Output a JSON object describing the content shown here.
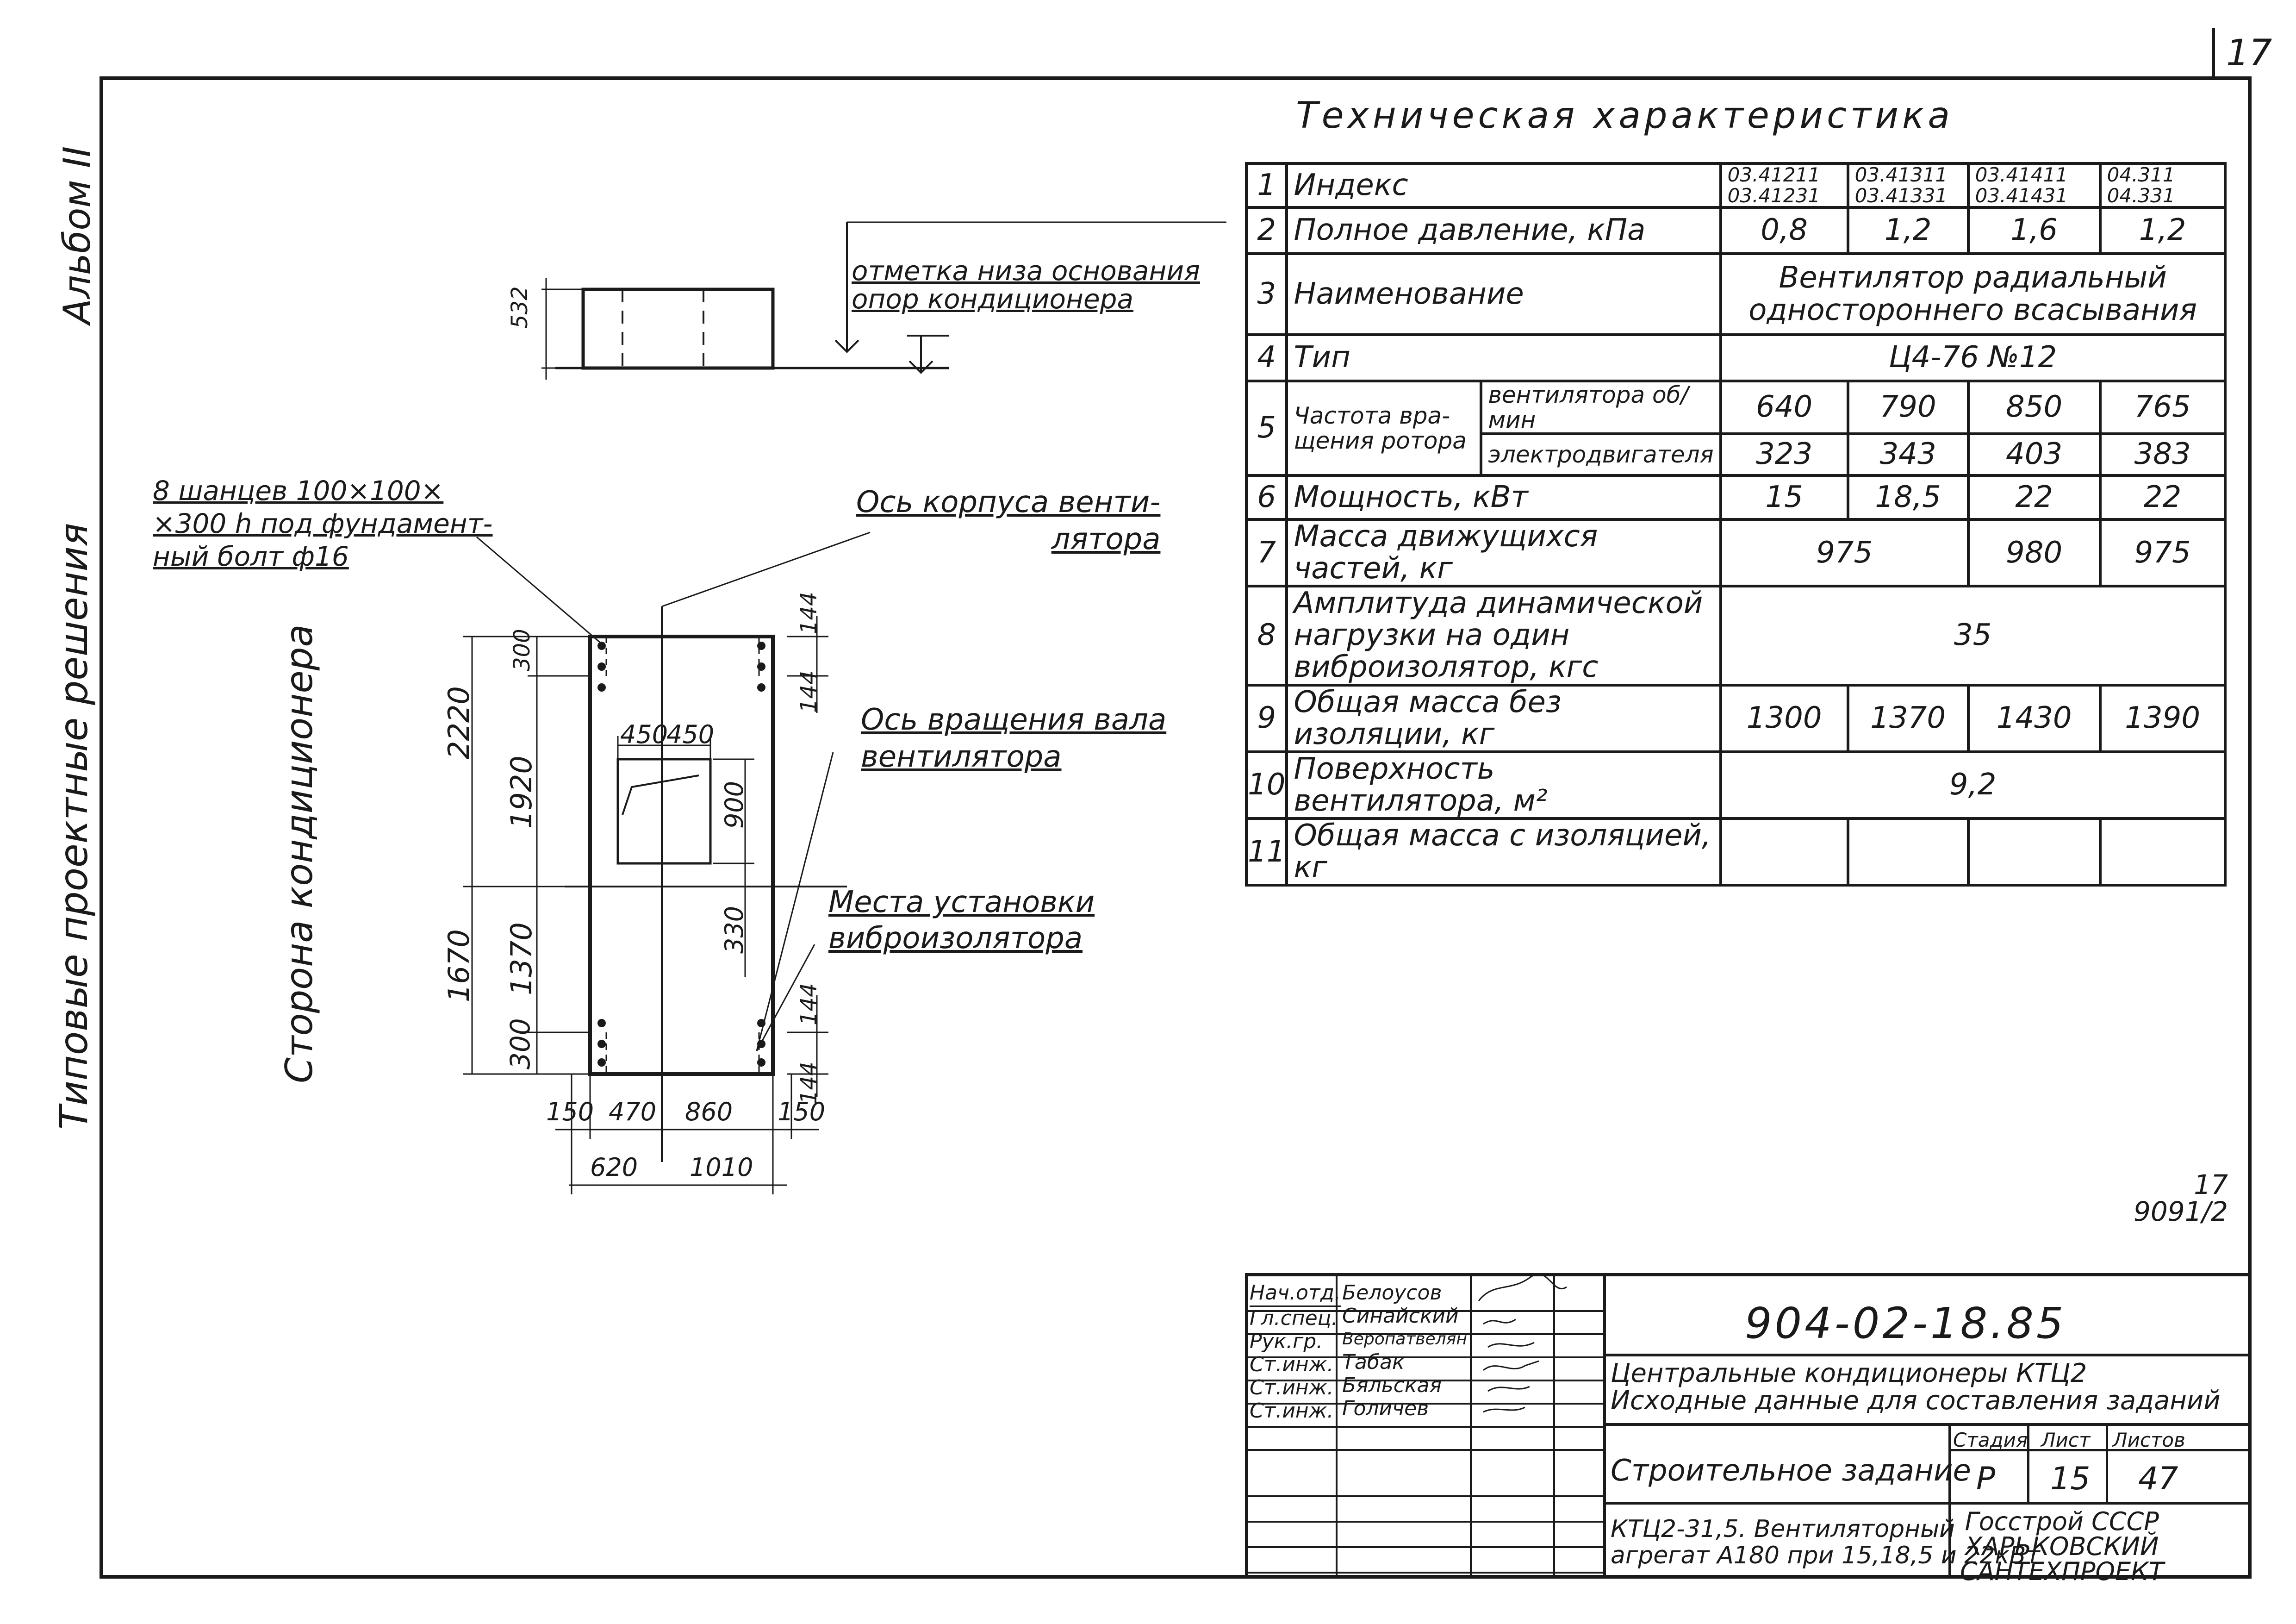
{
  "sheet_number": "17",
  "album_label": "Альбом II",
  "series_label": "Типовые проектные решения",
  "side_label": "Сторона кондиционера",
  "tech_title": "Техническая характеристика",
  "tech_rows": [
    {
      "no": "1",
      "label": "Индекс",
      "values": [
        "03.41211\n03.41231",
        "03.41311\n03.41331",
        "03.41411\n03.41431",
        "04.311\n04.331"
      ]
    },
    {
      "no": "2",
      "label": "Полное давление, кПа",
      "values": [
        "0,8",
        "1,2",
        "1,6",
        "1,2"
      ]
    },
    {
      "no": "3",
      "label": "Наименование",
      "merged": "Вентилятор радиальный\nодностороннего всасывания"
    },
    {
      "no": "4",
      "label": "Тип",
      "merged": "Ц4-76 №12"
    },
    {
      "no": "5",
      "label": "Частота вра-\nщения ротора",
      "subrows": [
        {
          "label": "вентилятора об/мин",
          "values": [
            "640",
            "790",
            "850",
            "765"
          ]
        },
        {
          "label": "электродвигателя",
          "values": [
            "323",
            "343",
            "403",
            "383"
          ]
        }
      ]
    },
    {
      "no": "6",
      "label": "Мощность, кВт",
      "values": [
        "15",
        "18,5",
        "22",
        "22"
      ]
    },
    {
      "no": "7",
      "label": "Масса движущихся частей, кг",
      "v12": "975",
      "v3": "980",
      "v4": "975"
    },
    {
      "no": "8",
      "label": "Амплитуда динамической\nнагрузки на один\nвиброизолятор, кгс",
      "merged": "35"
    },
    {
      "no": "9",
      "label": "Общая масса без изоляции, кг",
      "values": [
        "1300",
        "1370",
        "1430",
        "1390"
      ]
    },
    {
      "no": "10",
      "label": "Поверхность вентилятора, м²",
      "merged": "9,2"
    },
    {
      "no": "11",
      "label": "Общая масса с изоляцией, кг",
      "values": [
        "",
        "",
        "",
        ""
      ]
    }
  ],
  "annotations": {
    "base_mark": "отметка низа основания\nопор кондиционера",
    "anchors": "8 шанцев 100×100×\n×300 h под фундамент-\nный болт ф16",
    "fan_body_axis": "Ось корпуса венти-\nлятора",
    "shaft_axis": "Ось вращения вала\nвентилятора",
    "isolator_places": "Места установки\nвиброизолятора"
  },
  "dims": {
    "h532": "532",
    "d300a": "300",
    "d1920": "1920",
    "d2220": "2220",
    "d1370": "1370",
    "d300b": "300",
    "d1670": "1670",
    "d144a": "144",
    "d144b": "144",
    "d144c": "144",
    "d144d": "144",
    "d450a": "450",
    "d450b": "450",
    "d900": "900",
    "d330": "330",
    "d150a": "150",
    "d470": "470",
    "d860": "860",
    "d150b": "150",
    "d620": "620",
    "d1010": "1010"
  },
  "ref_code": "17\n9091/2",
  "title_block": {
    "doc_code": "904-02-18.85",
    "people": [
      {
        "role": "Нач.отд.",
        "name": "Белоусов"
      },
      {
        "role": "Гл.спец.",
        "name": "Синайский"
      },
      {
        "role": "Рук.гр.",
        "name": "Веропатвелян"
      },
      {
        "role": "Ст.инж.",
        "name": "Табак"
      },
      {
        "role": "Ст.инж.",
        "name": "Бяльская"
      },
      {
        "role": "Ст.инж.",
        "name": "Голичев"
      }
    ],
    "project_title": "Центральные кондиционеры КТЦ2\nИсходные данные для составления заданий",
    "sheet_title": "Строительное задание",
    "stage_header": "Стадия",
    "sheet_header": "Лист",
    "sheets_header": "Листов",
    "stage": "Р",
    "sheet": "15",
    "sheets": "47",
    "description": "КТЦ2-31,5. Вентиляторный\nагрегат А180 при 15,18,5 и 22кВт",
    "organization": "Госстрой СССР\nХАРЬКОВСКИЙ\nСАНТЕХПРОЕКТ"
  }
}
